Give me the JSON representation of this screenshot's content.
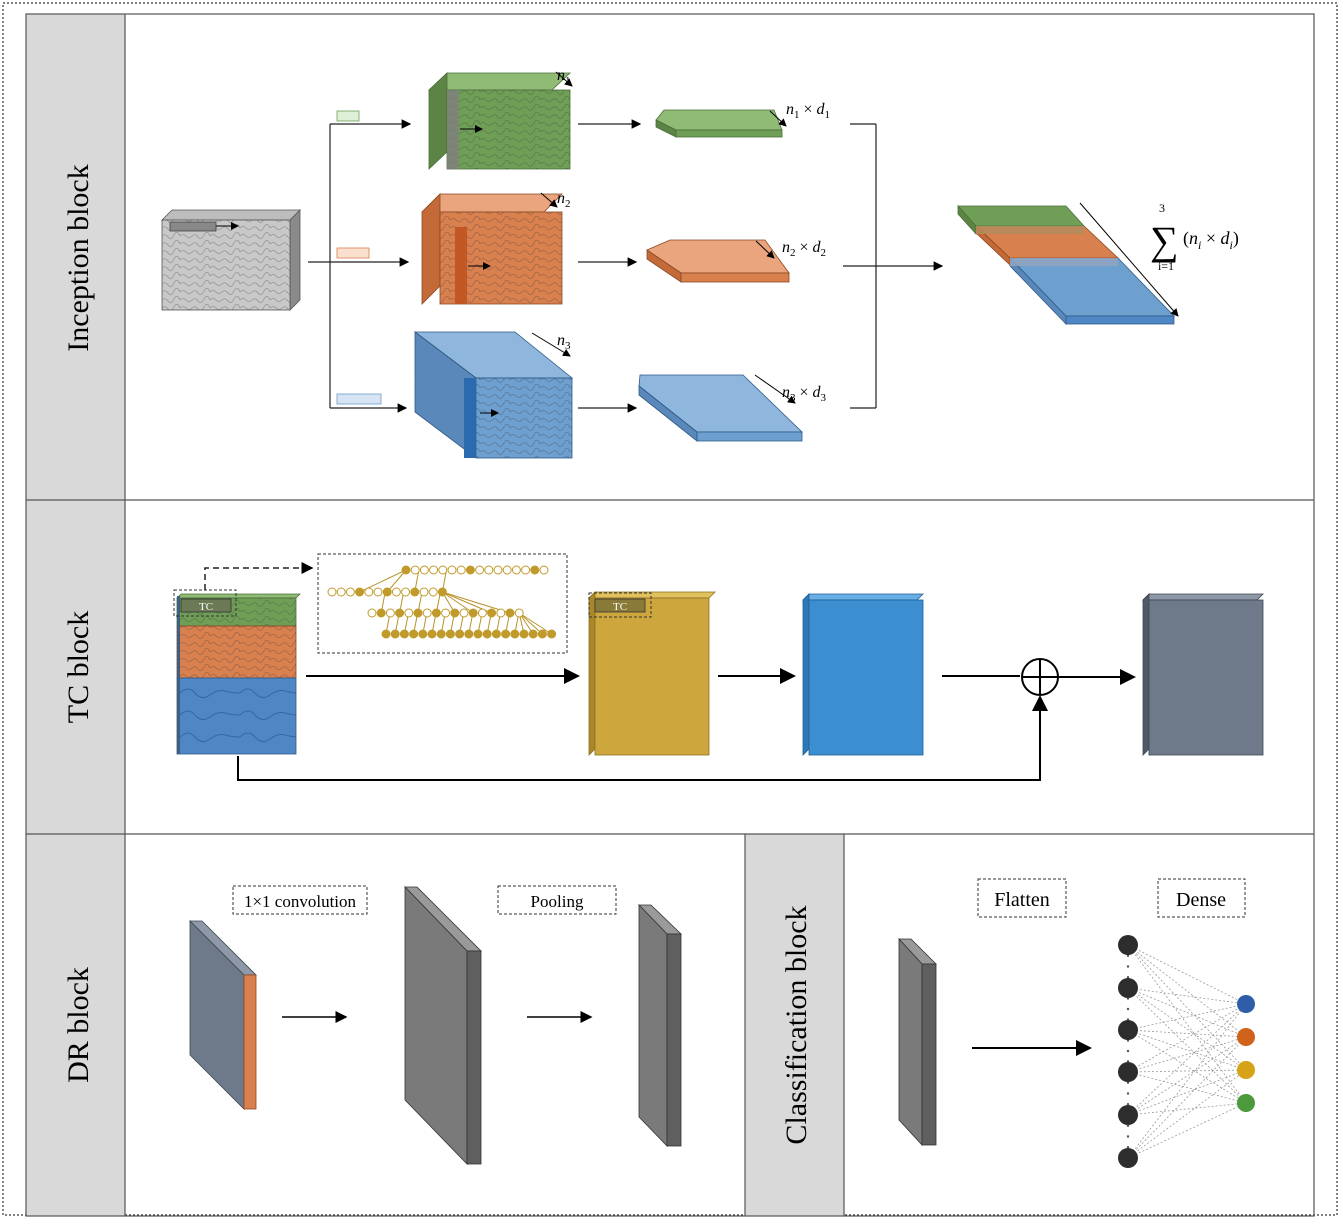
{
  "blocks": {
    "inception": "Inception block",
    "tc": "TC block",
    "dr": "DR block",
    "classification": "Classification block"
  },
  "inception": {
    "depth_labels": {
      "n1": "n",
      "n1_sub": "1",
      "n2": "n",
      "n2_sub": "2",
      "n3": "n",
      "n3_sub": "3"
    },
    "feature_labels": [
      {
        "n": "n",
        "n_sub": "1",
        "times": " × ",
        "d": "d",
        "d_sub": "1"
      },
      {
        "n": "n",
        "n_sub": "2",
        "times": " × ",
        "d": "d",
        "d_sub": "2"
      },
      {
        "n": "n",
        "n_sub": "3",
        "times": " × ",
        "d": "d",
        "d_sub": "3"
      }
    ],
    "sum_formula": {
      "sigma": "∑",
      "upper": "3",
      "lower": "i=1",
      "expr_open": "(",
      "n": "n",
      "n_sub": "i",
      "times": " × ",
      "d": "d",
      "d_sub": "i",
      "expr_close": ")"
    },
    "colors": {
      "green": "#6f9f57",
      "orange": "#d9804f",
      "blue": "#6d9fcf",
      "gray": "#9a9a9a"
    }
  },
  "tc": {
    "window_label": "TC",
    "block_label": "TC",
    "sum_symbol": "⊕",
    "colors": {
      "gold": "#cda73d",
      "blue": "#3b8fd1",
      "slate": "#6e7a8a",
      "dot": "#c09a2a"
    }
  },
  "dr": {
    "conv_label": "1×1 convolution",
    "pool_label": "Pooling"
  },
  "classification": {
    "flatten_label": "Flatten",
    "dense_label": "Dense",
    "output_colors": [
      "#2f5ea8",
      "#d0621c",
      "#d6a318",
      "#4c9a3c"
    ]
  }
}
